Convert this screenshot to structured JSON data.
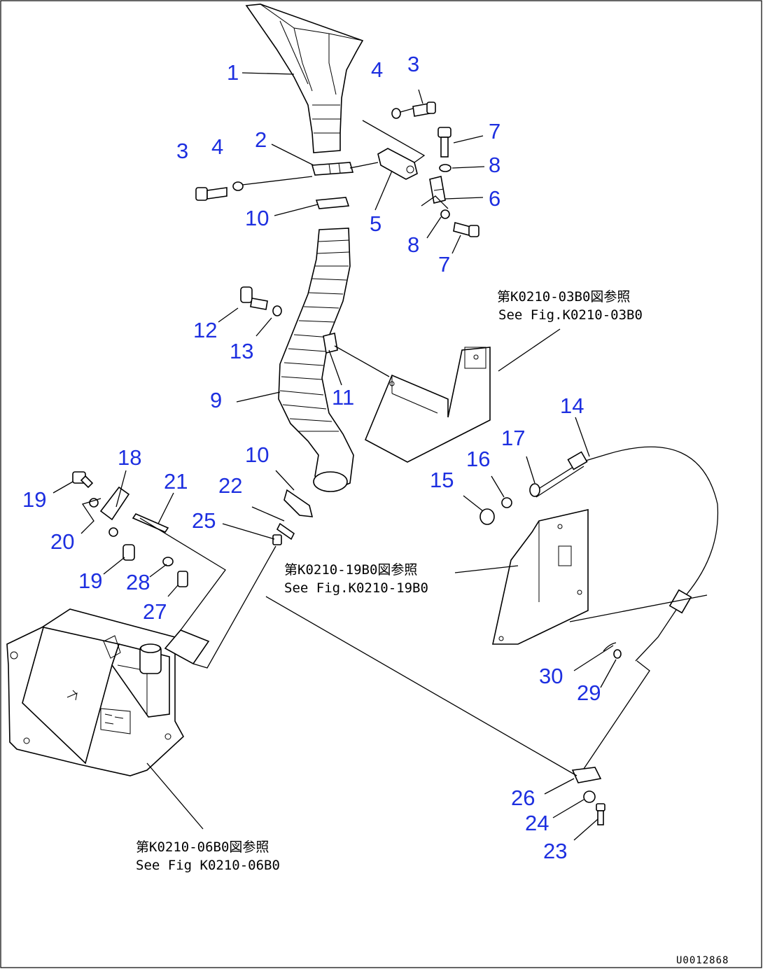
{
  "diagram": {
    "callouts": [
      {
        "id": "c1",
        "label": "1"
      },
      {
        "id": "c2",
        "label": "2"
      },
      {
        "id": "c3a",
        "label": "3"
      },
      {
        "id": "c3b",
        "label": "3"
      },
      {
        "id": "c4a",
        "label": "4"
      },
      {
        "id": "c4b",
        "label": "4"
      },
      {
        "id": "c5",
        "label": "5"
      },
      {
        "id": "c6",
        "label": "6"
      },
      {
        "id": "c7a",
        "label": "7"
      },
      {
        "id": "c7b",
        "label": "7"
      },
      {
        "id": "c8a",
        "label": "8"
      },
      {
        "id": "c8b",
        "label": "8"
      },
      {
        "id": "c9",
        "label": "9"
      },
      {
        "id": "c10a",
        "label": "10"
      },
      {
        "id": "c10b",
        "label": "10"
      },
      {
        "id": "c11",
        "label": "11"
      },
      {
        "id": "c12",
        "label": "12"
      },
      {
        "id": "c13",
        "label": "13"
      },
      {
        "id": "c14",
        "label": "14"
      },
      {
        "id": "c15",
        "label": "15"
      },
      {
        "id": "c16",
        "label": "16"
      },
      {
        "id": "c17",
        "label": "17"
      },
      {
        "id": "c18",
        "label": "18"
      },
      {
        "id": "c19a",
        "label": "19"
      },
      {
        "id": "c19b",
        "label": "19"
      },
      {
        "id": "c20",
        "label": "20"
      },
      {
        "id": "c21",
        "label": "21"
      },
      {
        "id": "c22",
        "label": "22"
      },
      {
        "id": "c23",
        "label": "23"
      },
      {
        "id": "c24",
        "label": "24"
      },
      {
        "id": "c25",
        "label": "25"
      },
      {
        "id": "c26",
        "label": "26"
      },
      {
        "id": "c27",
        "label": "27"
      },
      {
        "id": "c28",
        "label": "28"
      },
      {
        "id": "c29",
        "label": "29"
      },
      {
        "id": "c30",
        "label": "30"
      }
    ],
    "references": [
      {
        "jp": "第K0210-03B0図参照",
        "en": "See Fig.K0210-03B0"
      },
      {
        "jp": "第K0210-19B0図参照",
        "en": "See Fig.K0210-19B0"
      },
      {
        "jp": "第K0210-06B0図参照",
        "en": "See Fig K0210-06B0"
      }
    ],
    "drawing_code": "U0012868"
  }
}
